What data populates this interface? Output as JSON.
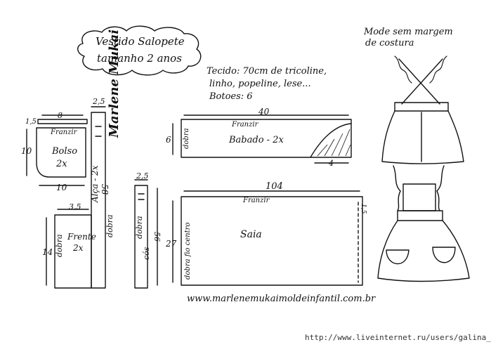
{
  "title": {
    "line1": "Vestido Salopete",
    "line2": "tamanho 2 anos"
  },
  "notes": {
    "line1": "Tecido: 70cm de tricoline,",
    "line2": "linho, popeline, lese...",
    "line3": "Botoes: 6"
  },
  "seam_note": {
    "line1": "Mode sem margem",
    "line2": "de costura"
  },
  "signature": "Marlene Mukai",
  "pieces": {
    "bolso": {
      "name": "Bolso",
      "qty": "2x",
      "top_label": "Franzir",
      "w": "10",
      "h": "10",
      "strip_len": "8",
      "strip_h": "1,5"
    },
    "alca": {
      "name": "Alça - 2x",
      "w": "2,5",
      "len": "58",
      "fold": "dobra"
    },
    "frente": {
      "name": "Frente",
      "qty": "2x",
      "w": "3,5",
      "h": "14",
      "fold": "dobra"
    },
    "tira": {
      "w": "2,5",
      "len": "56",
      "fold": "dobra",
      "extra": "cós"
    },
    "babado": {
      "name": "Babado - 2x",
      "len": "40",
      "h": "6",
      "fold": "dobra",
      "top_label": "Franzir",
      "curve": "4"
    },
    "saia": {
      "name": "Saia",
      "len": "104",
      "h": "27",
      "top_label": "Franzir",
      "left_label": "dobra fio centro",
      "right": "1,5"
    }
  },
  "website": "www.marlenemukaimoldeinfantil.com.br",
  "watermark": "http://www.liveinternet.ru/users/galina_o/"
}
